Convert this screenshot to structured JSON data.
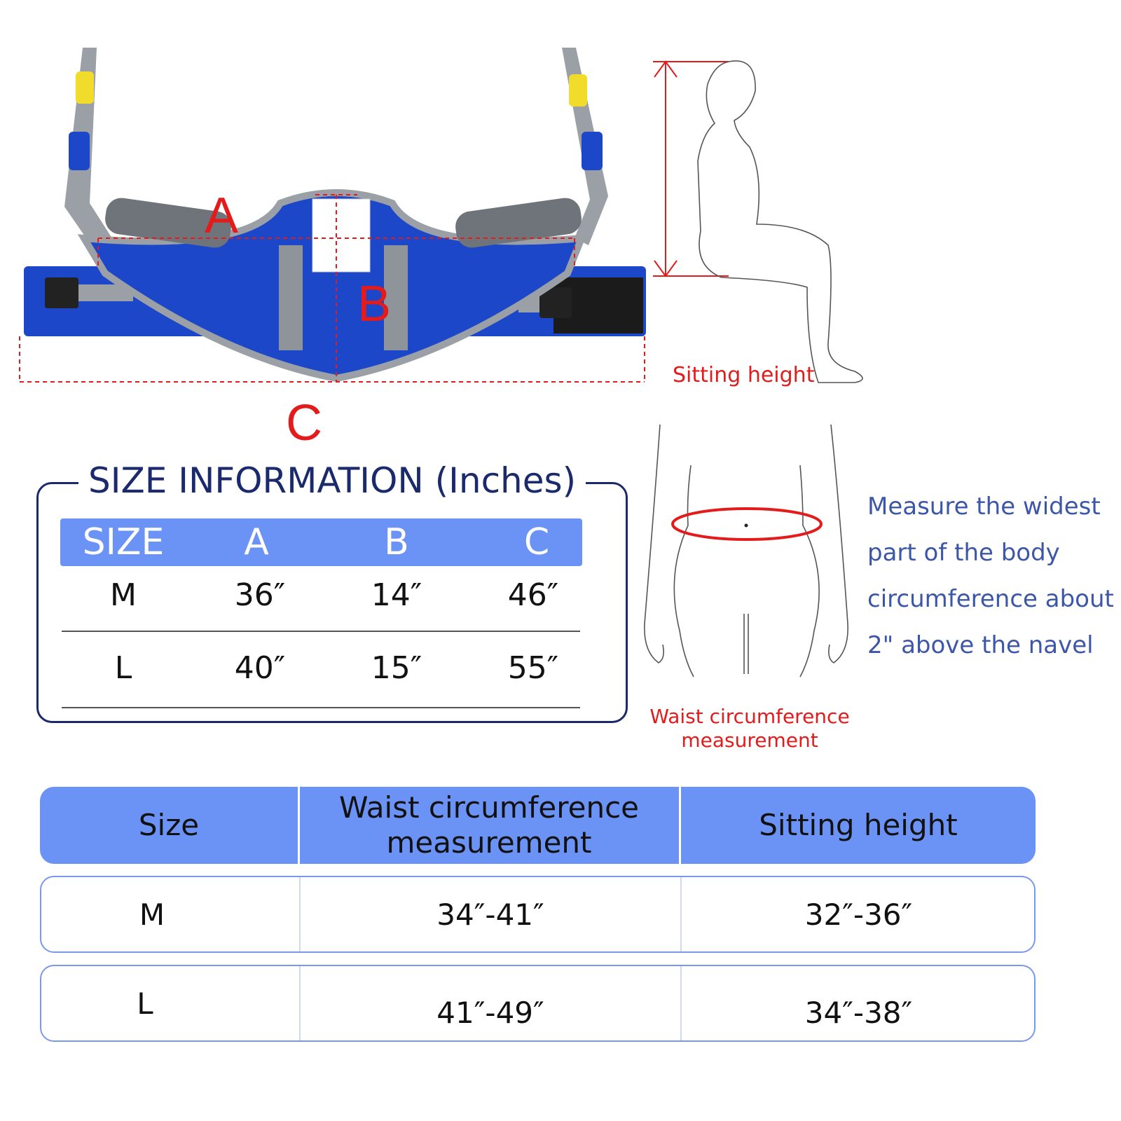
{
  "diagram_labels": {
    "dim_a": "A",
    "dim_b": "B",
    "dim_c": "C"
  },
  "sitting_label": "Sitting height",
  "size_info": {
    "title": "SIZE INFORMATION (Inches)",
    "headers": [
      "SIZE",
      "A",
      "B",
      "C"
    ],
    "rows": [
      [
        "M",
        "36″",
        "14″",
        "46″"
      ],
      [
        "L",
        "40″",
        "15″",
        "55″"
      ]
    ]
  },
  "waist_label": "Waist circumference measurement",
  "measure_text": "Measure the widest part of the body circumference about 2\" above the navel",
  "bottom_table": {
    "headers": [
      "Size",
      "Waist circumference measurement",
      "Sitting height"
    ],
    "rows": [
      [
        "M",
        "34″-41″",
        "32″-36″"
      ],
      [
        "L",
        "41″-49″",
        "34″-38″"
      ]
    ]
  },
  "colors": {
    "accent_blue": "#6b93f5",
    "sling_blue": "#1d47c9",
    "strap_gray": "#9aa0a6",
    "pad_gray": "#6f747a",
    "dimension_red": "#e31b1b",
    "title_navy": "#1a2a6c",
    "note_blue": "#3d57a8"
  }
}
